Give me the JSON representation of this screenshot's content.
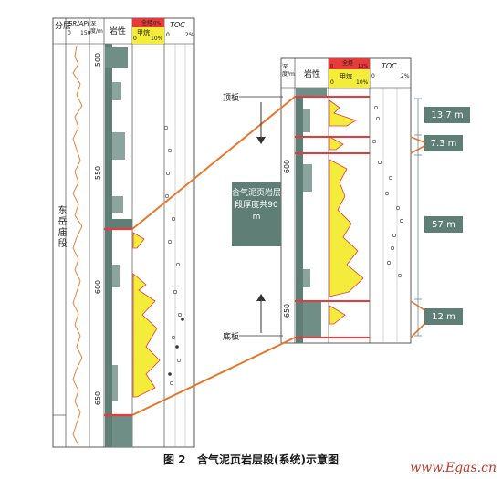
{
  "left_log": {
    "headers": {
      "layer": "分层",
      "gr": "GR/API",
      "gr_range_min": "0",
      "gr_range_max": "150",
      "depth": "深度/m",
      "lithology": "岩性",
      "gas_total": "全烃",
      "gas_total_max": "10%",
      "methane": "甲烷",
      "methane_min": "0",
      "methane_max": "10%",
      "toc": "TOC",
      "toc_min": "0",
      "toc_max": "2%"
    },
    "formation_name": "东岳庙段",
    "depth_ticks": [
      "500",
      "550",
      "600",
      "650"
    ]
  },
  "right_log": {
    "headers": {
      "depth": "深度/m",
      "lithology": "岩性",
      "gas_total": "全烃",
      "gas_min": "0",
      "gas_max": "10%",
      "methane": "甲烷",
      "methane_min": "0",
      "methane_max": "10%",
      "toc": "TOC",
      "toc_min": "0",
      "toc_max": "2%"
    },
    "depth_ticks": [
      "600",
      "650"
    ]
  },
  "labels": {
    "top": "顶板",
    "bottom": "底板",
    "center_box": "含气泥页岩层段厚度共90 m"
  },
  "segments": [
    {
      "label": "13.7 m",
      "thickness": 13.7
    },
    {
      "label": "7.3 m",
      "thickness": 7.3
    },
    {
      "label": "57 m",
      "thickness": 57
    },
    {
      "label": "12 m",
      "thickness": 12
    }
  ],
  "caption": {
    "number": "图 2",
    "title": "含气泥页岩层段(系统)示意图"
  },
  "watermark": "www.Egas.cn",
  "colors": {
    "accent_red": "#e83a3a",
    "gas_yellow": "#f4ec3a",
    "gr_orange": "#e8762a",
    "lith_green": "#5e7e76",
    "box_gray": "#5e7e76"
  }
}
